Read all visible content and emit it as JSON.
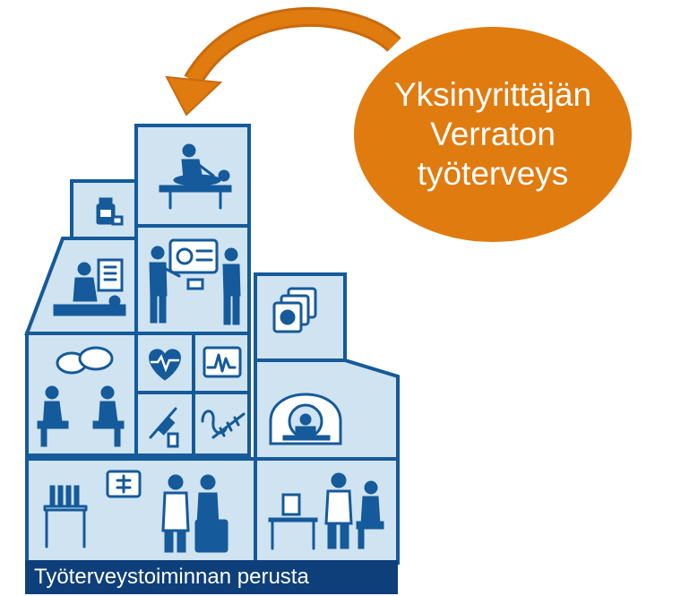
{
  "bubble": {
    "lines": [
      "Yksinyrittäjän",
      "Verraton",
      "työterveys"
    ],
    "color": "#e07b10"
  },
  "base": {
    "label": "Työterveystoiminnan perusta",
    "color": "#0e3f7a"
  },
  "diagram": {
    "fill_color": "#cfe3f1",
    "line_color": "#155a9a",
    "icons": [
      "physiotherapy-icon",
      "medicine-bottle-icon",
      "doctor-xray-icon",
      "ultrasound-icon",
      "scan-images-icon",
      "conversation-icon",
      "heart-icon",
      "ecg-monitor-icon",
      "syringe-icon",
      "suture-icon",
      "mri-scanner-icon",
      "lab-testing-icon",
      "office-ergonomics-icon"
    ]
  }
}
